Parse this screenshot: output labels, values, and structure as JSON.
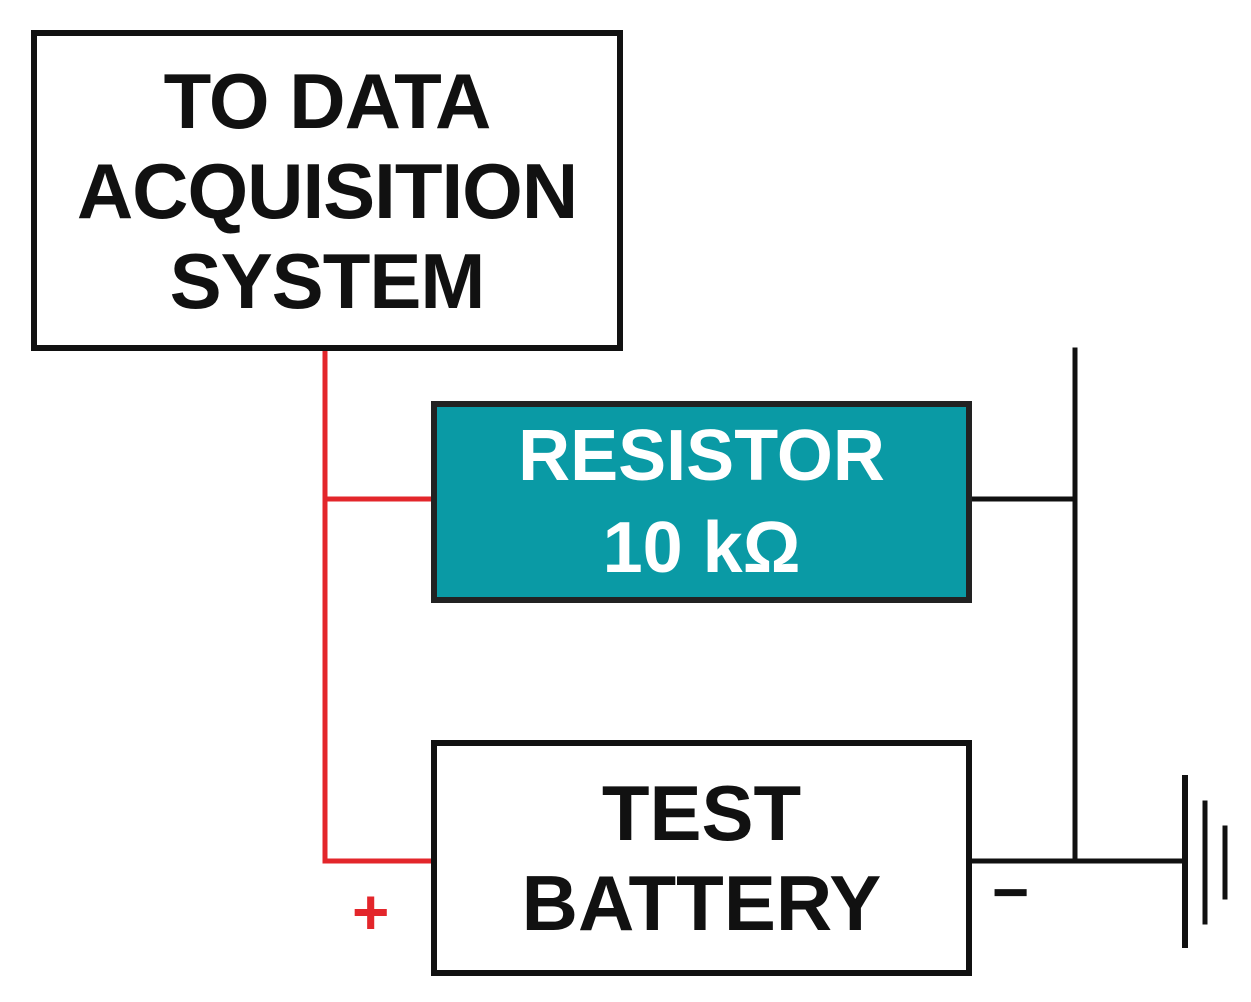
{
  "nodes": {
    "daq": {
      "lines": [
        "TO DATA",
        "ACQUISITION",
        "SYSTEM"
      ]
    },
    "resistor": {
      "lines": [
        "RESISTOR",
        "10 kΩ"
      ]
    },
    "battery": {
      "lines": [
        "TEST",
        "BATTERY"
      ]
    }
  },
  "terminals": {
    "positive": "+",
    "negative": "−"
  },
  "icons": {
    "ground": "ground-icon"
  },
  "colors": {
    "positive_wire": "#e3262b",
    "negative_wire": "#111111",
    "resistor_fill": "#0a9aa5"
  }
}
